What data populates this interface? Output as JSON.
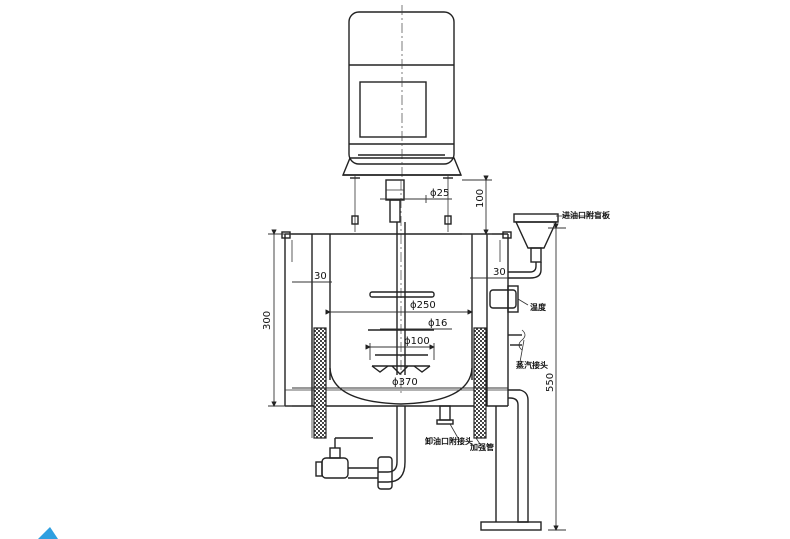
{
  "dimensions": {
    "d25": "ϕ25",
    "h100": "100",
    "w30_left": "30",
    "w30_right": "30",
    "h300": "300",
    "d250": "ϕ250",
    "d16": "ϕ16",
    "d100": "ϕ100",
    "d370": "ϕ370",
    "h550": "550"
  },
  "labels": {
    "oil_inlet_cover": "进油口附盲板",
    "thermometer": "温度",
    "steam_inlet": "蒸汽接头",
    "oil_outlet": "卸油口附接头",
    "legs": "加强管"
  },
  "colors": {
    "line": "#222222",
    "accent": "#2f9fe0"
  }
}
